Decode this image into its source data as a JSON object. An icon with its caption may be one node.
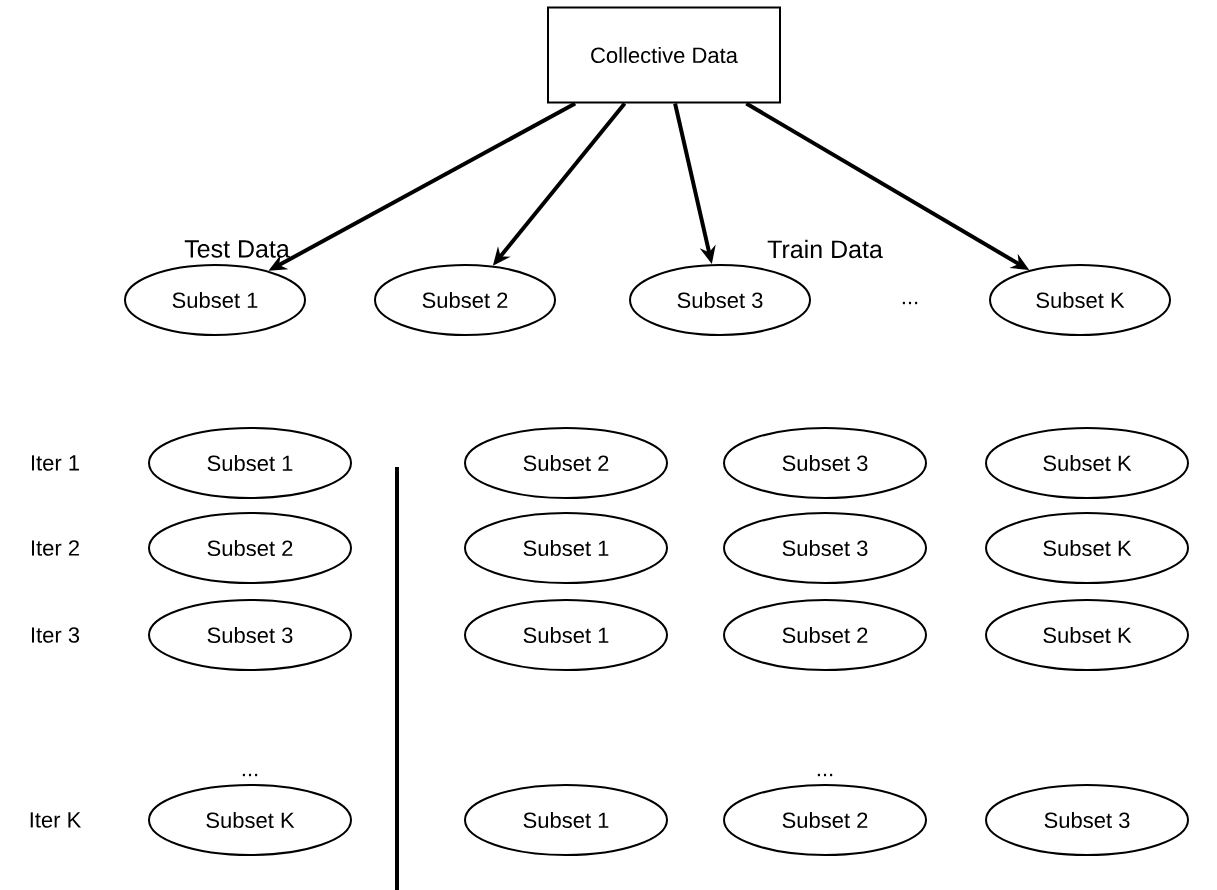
{
  "diagram": {
    "nodes": [
      {
        "text": [
          "Collective Data"
        ]
      },
      {
        "text": [
          "Subset 1"
        ]
      },
      {
        "text": [
          "Subset 2"
        ]
      },
      {
        "text": [
          "Subset 3"
        ]
      },
      {
        "text": [
          "Subset K"
        ]
      },
      {
        "text": [
          "Subset 1"
        ]
      },
      {
        "text": [
          "Subset 2"
        ]
      },
      {
        "text": [
          "Subset 3"
        ]
      },
      {
        "text": [
          "Subset K"
        ]
      },
      {
        "text": [
          "Subset 2"
        ]
      },
      {
        "text": [
          "Subset 1"
        ]
      },
      {
        "text": [
          "Subset 3"
        ]
      },
      {
        "text": [
          "Subset K"
        ]
      },
      {
        "text": [
          "Subset 3"
        ]
      },
      {
        "text": [
          "Subset 1"
        ]
      },
      {
        "text": [
          "Subset 2"
        ]
      },
      {
        "text": [
          "Subset K"
        ]
      },
      {
        "text": [
          "Subset K"
        ]
      },
      {
        "text": [
          "Subset 1"
        ]
      },
      {
        "text": [
          "Subset 2"
        ]
      },
      {
        "text": [
          "Subset 3"
        ]
      }
    ],
    "edges": [
      {
        "from": 0,
        "to": 1,
        "arrow": "to"
      },
      {
        "from": 0,
        "to": 2,
        "arrow": "to"
      },
      {
        "from": 0,
        "to": 3,
        "arrow": "to"
      },
      {
        "from": 0,
        "to": 4,
        "arrow": "to"
      }
    ],
    "labels": [
      "...",
      "Test Data",
      "Train Data",
      "Iter 1",
      "Iter 2",
      "Iter 3",
      "...",
      "...",
      "Iter K"
    ]
  }
}
